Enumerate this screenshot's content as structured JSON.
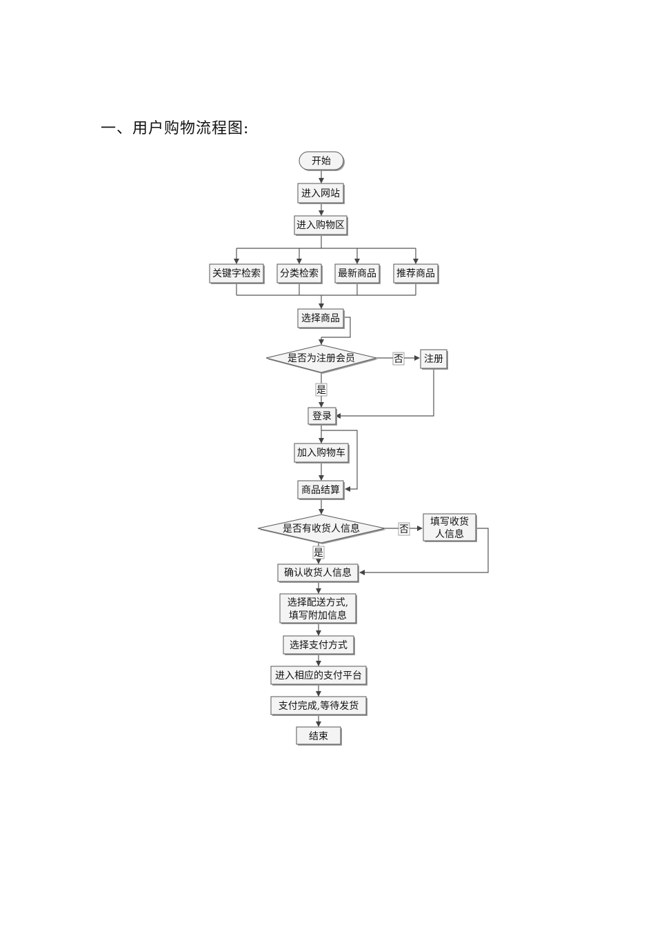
{
  "heading": "一、用户购物流程图:",
  "flow": {
    "start": "开始",
    "enter_site": "进入网站",
    "enter_shop": "进入购物区",
    "keyword_search": "关键字检索",
    "category_search": "分类检索",
    "newest": "最新商品",
    "recommended": "推荐商品",
    "select_goods": "选择商品",
    "is_member": "是否为注册会员",
    "no1": "否",
    "register": "注册",
    "yes1": "是",
    "login": "登录",
    "add_cart": "加入购物车",
    "checkout": "商品结算",
    "has_receiver": "是否有收货人信息",
    "no2": "否",
    "fill_receiver_1": "填写收货",
    "fill_receiver_2": "人信息",
    "yes2": "是",
    "confirm_receiver": "确认收货人信息",
    "delivery_1": "选择配送方式,",
    "delivery_2": "填写附加信息",
    "payment": "选择支付方式",
    "platform": "进入相应的支付平台",
    "paid": "支付完成,等待发货",
    "end": "结束"
  }
}
